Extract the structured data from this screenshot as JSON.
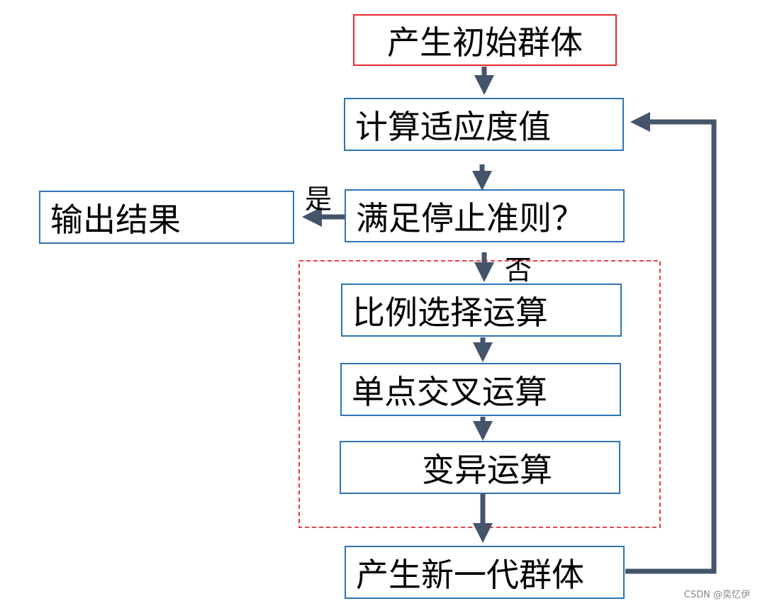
{
  "nodes": {
    "init": "产生初始群体",
    "fitness": "计算适应度值",
    "check": "满足停止准则？",
    "output": "输出结果",
    "select": "比例选择运算",
    "crossover": "单点交叉运算",
    "mutate": "变异运算",
    "newgen": "产生新一代群体"
  },
  "labels": {
    "yes": "是",
    "no": "否"
  },
  "colors": {
    "arrow": "#44546a",
    "box_border": "#2e75b6",
    "start_border": "#e8282b",
    "dashed": "#e8282b"
  },
  "watermark": "CSDN @奕忆伊"
}
